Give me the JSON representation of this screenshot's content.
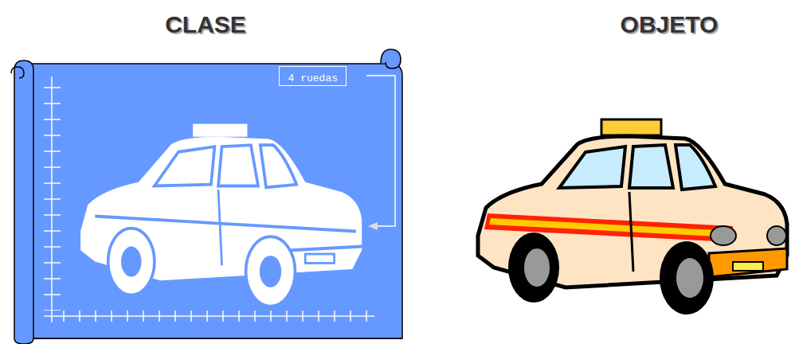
{
  "diagram": {
    "nodes": [
      {
        "text": [
          "4 ruedas"
        ]
      }
    ],
    "labels": [
      "CLASE",
      "OBJETO"
    ]
  }
}
